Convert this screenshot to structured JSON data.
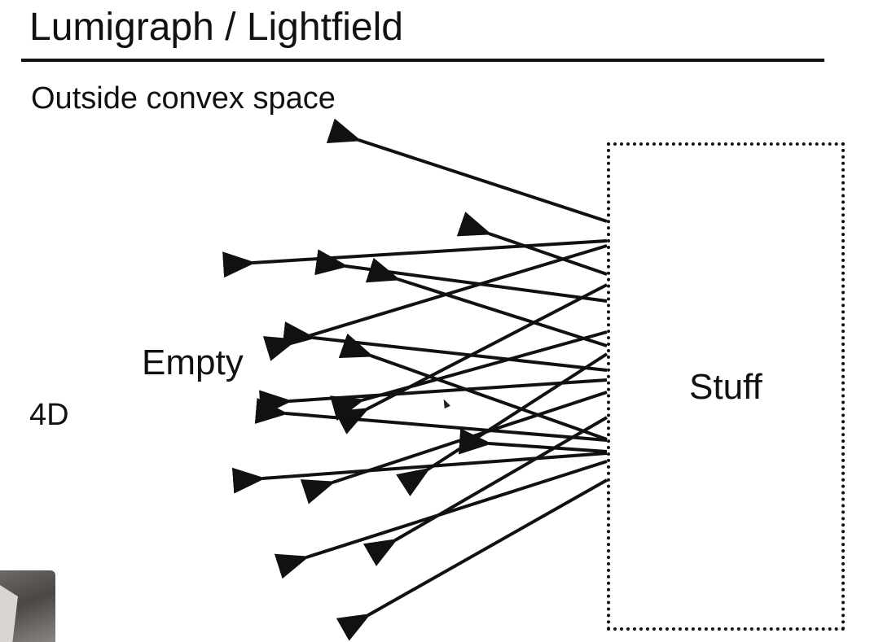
{
  "slide": {
    "title": "Lumigraph / Lightfield",
    "subtitle": "Outside convex space",
    "empty_label": "Empty",
    "dimension_label": "4D",
    "stuff_label": "Stuff"
  },
  "diagram": {
    "ray_count": 19,
    "colors": {
      "ink": "#111111",
      "background": "#ffffff"
    }
  }
}
